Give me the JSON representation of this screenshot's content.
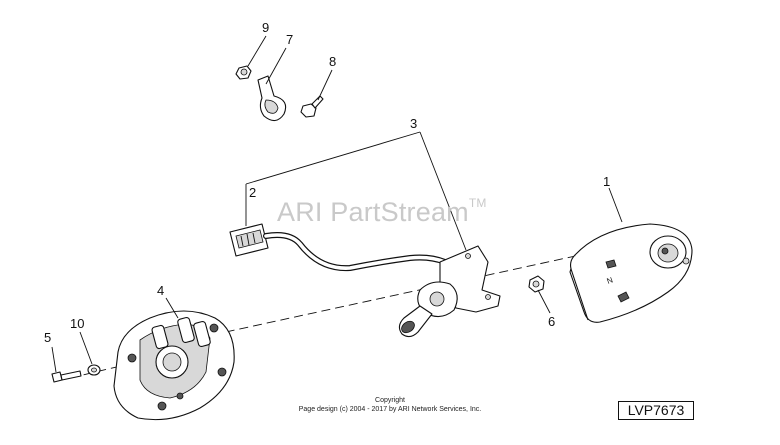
{
  "watermark": {
    "text": "ARI PartStream",
    "mark": "TM"
  },
  "callouts": [
    "1",
    "2",
    "3",
    "4",
    "5",
    "6",
    "7",
    "8",
    "9",
    "10"
  ],
  "copyright": {
    "line1": "Copyright",
    "line2": "Page design (c) 2004 - 2017 by ARI Network Services, Inc."
  },
  "diagram_ref": "LVP7673"
}
